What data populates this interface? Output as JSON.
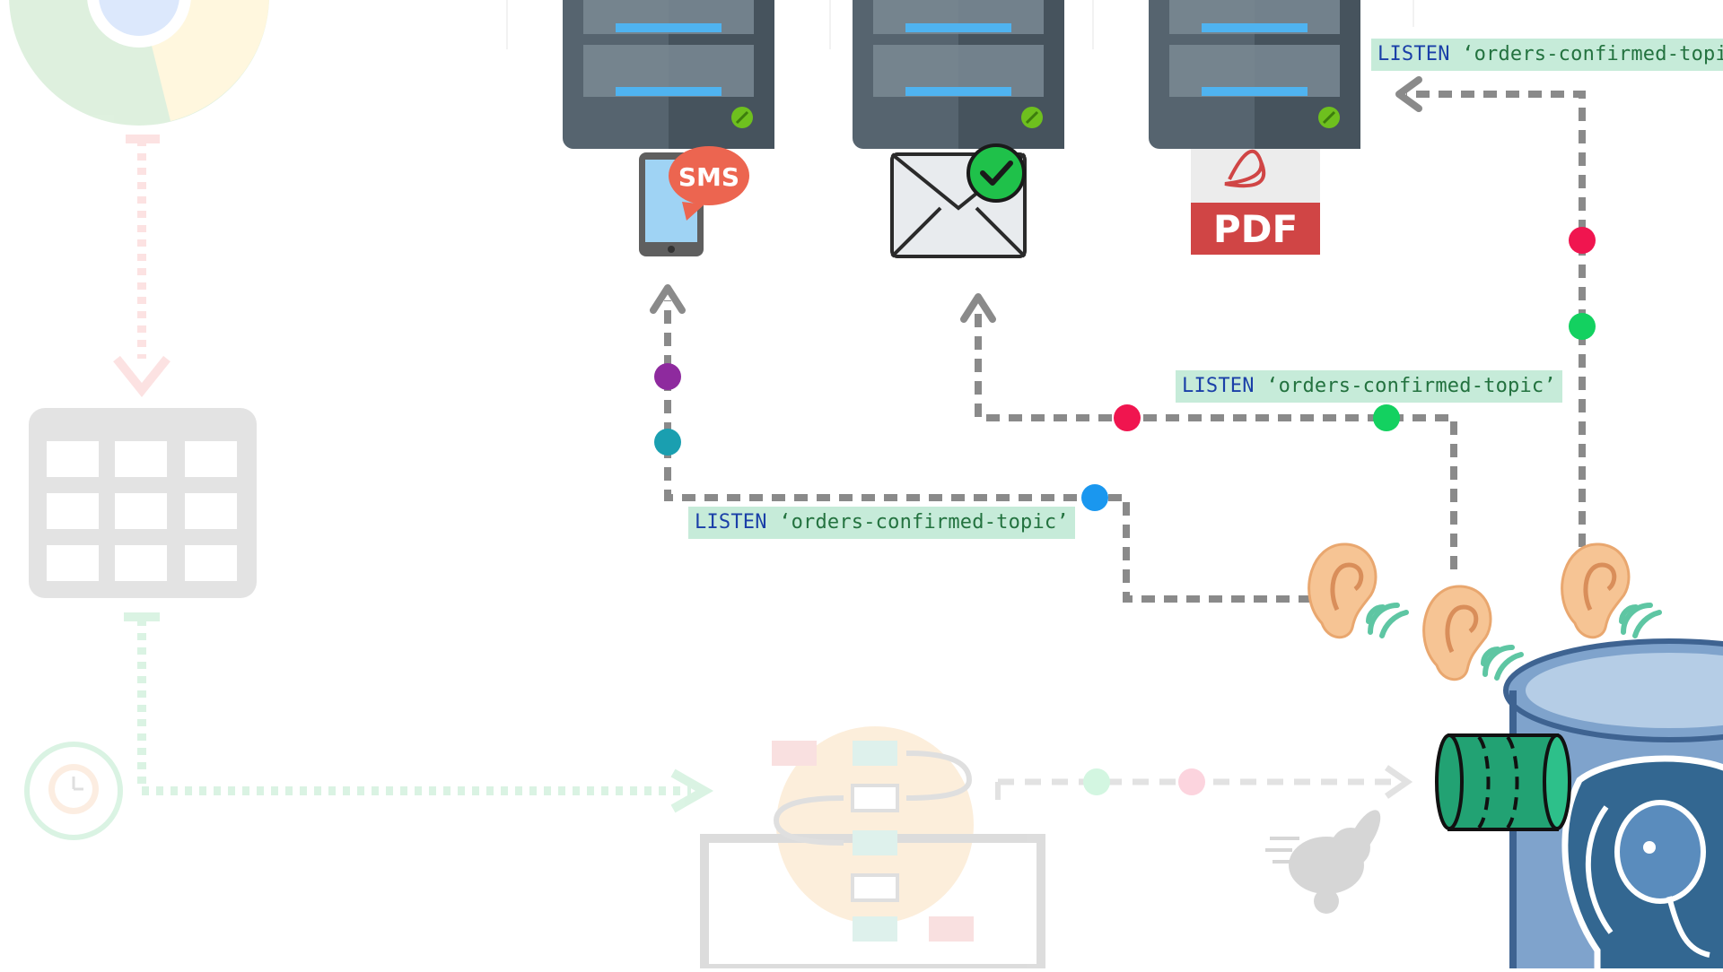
{
  "diagram": {
    "listeners": [
      {
        "keyword": "LISTEN",
        "topic": "‘orders-confirmed-topic’",
        "target": "sms-service"
      },
      {
        "keyword": "LISTEN",
        "topic": "‘orders-confirmed-topic’",
        "target": "email-service"
      },
      {
        "keyword": "LISTEN",
        "topic": "‘orders-confirmed-topi",
        "target": "pdf-service"
      }
    ],
    "icons": {
      "sms": "SMS",
      "pdf": "PDF"
    },
    "colors": {
      "purple": "#8e2a9e",
      "teal": "#1a9fb0",
      "blue": "#1a97ef",
      "red": "#f0154f",
      "green": "#13d160",
      "dash": "#8a8a8a",
      "label_bg": "#c6ebd9"
    }
  }
}
